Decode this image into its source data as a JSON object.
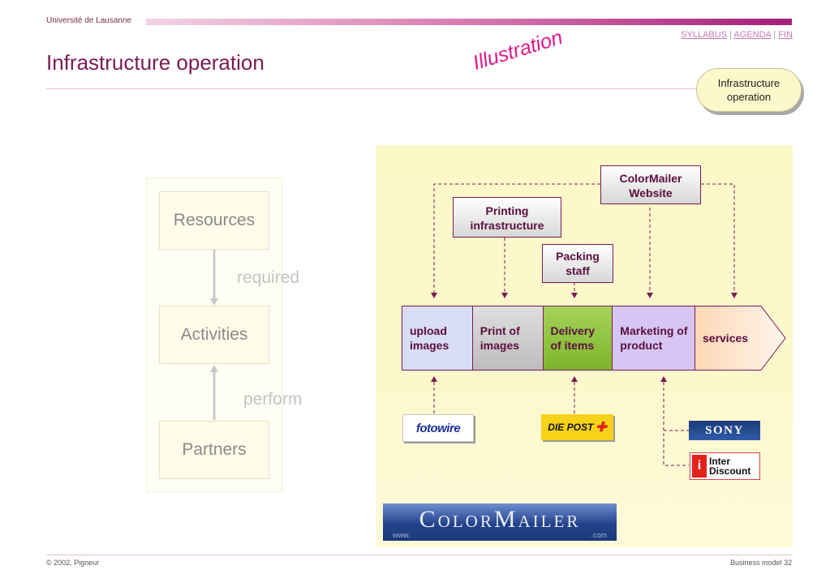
{
  "header": {
    "university": "Université de Lausanne",
    "nav": {
      "syllabus": "SYLLABUS",
      "sep1": "|",
      "agenda": "AGENDA",
      "sep2": "|",
      "fin": "FIN"
    },
    "title": "Infrastructure operation",
    "illustration": "Illustration",
    "badge": "Infrastructure operation"
  },
  "left_diagram": {
    "boxes": [
      "Resources",
      "Activities",
      "Partners"
    ],
    "labels": [
      "required",
      "perform"
    ]
  },
  "right_diagram": {
    "resources": {
      "website": "ColorMailer Website",
      "printing": "Printing infrastructure",
      "packing": "Packing staff"
    },
    "activities": [
      "upload images",
      "Print of images",
      "Delivery of items",
      "Marketing of product",
      "services"
    ],
    "partners": {
      "fotowire": "fotowire",
      "diepost": "DIE POST",
      "sony": "SONY",
      "interdiscount_1": "Inter",
      "interdiscount_2": "Discount"
    },
    "colormailer_logo": "ColorMailer",
    "colormailer_url_left": "www.",
    "colormailer_url_right": ".com"
  },
  "footer": {
    "copyright": "© 2002, Pigneur",
    "slide": "Business model  32"
  },
  "colors": {
    "brand": "#7a1b55",
    "accent": "#e0178c",
    "upload": "#d9ddf8",
    "print": "#cfcfcf",
    "delivery": "#8fc23a",
    "marketing": "#d7c6f4",
    "services": "#fde0c2"
  }
}
